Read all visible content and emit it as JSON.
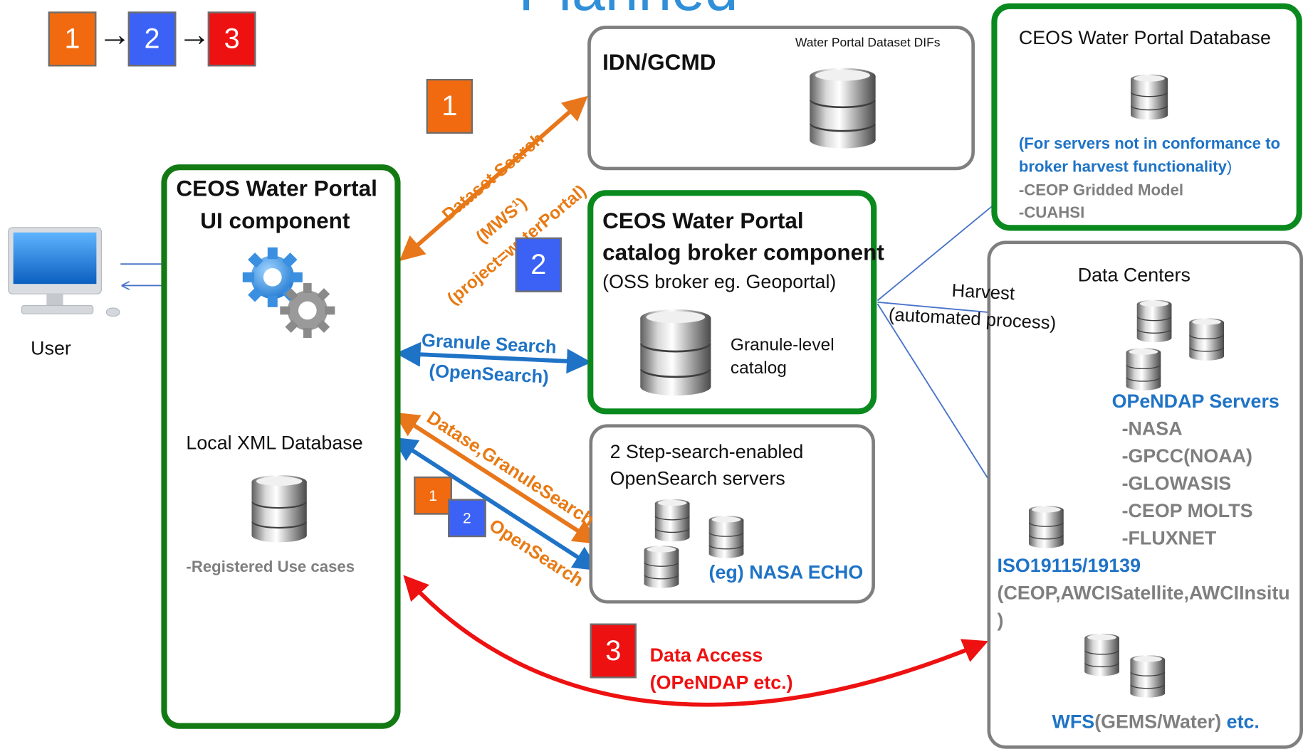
{
  "title": "Planned",
  "legend": {
    "step1": "1",
    "arrow1": "→",
    "step2": "2",
    "arrow2": "→",
    "step3": "3"
  },
  "user": {
    "label": "User"
  },
  "ui_component": {
    "title_line1": "CEOS Water Portal",
    "title_line2": "UI component",
    "local_db": "Local XML Database",
    "use_cases": "-Registered Use cases"
  },
  "idn": {
    "title": "IDN/GCMD",
    "subtitle": "Water Portal Dataset DIFs"
  },
  "broker": {
    "title_line1": "CEOS Water Portal",
    "title_line2": "catalog broker component",
    "subtitle": "(OSS broker eg. Geoportal)",
    "catalog_line1": "Granule-level",
    "catalog_line2": "catalog"
  },
  "twostep": {
    "line1": "2 Step-search-enabled",
    "line2": "OpenSearch servers",
    "echo": "(eg) NASA ECHO"
  },
  "portal_db": {
    "title": "CEOS Water Portal Database",
    "note_line1": "(For servers not in conformance to",
    "note_line2": "broker harvest functionality",
    "note_close": ")",
    "items": [
      "-CEOP Gridded Model",
      "-CUAHSI"
    ]
  },
  "data_centers": {
    "title": "Data Centers",
    "opendap": "OPeNDAP Servers",
    "servers": [
      "-NASA",
      "-GPCC(NOAA)",
      "-GLOWASIS",
      "-CEOP MOLTS",
      "-FLUXNET"
    ],
    "iso": "ISO19115/19139",
    "iso_detail_line1": "(CEOP,AWCISatellite,AWCIInsitu",
    "iso_detail_line2": ")",
    "wfs_a": "WFS",
    "wfs_b": "(GEMS/Water)",
    "wfs_c": " etc."
  },
  "flows": {
    "dataset_search": "Dataset Search",
    "mws": "(MWS",
    "mws_sup": "1",
    "mws_close": ")",
    "project": "(project=waterPortal)",
    "granule_search": "Granule Search",
    "opensearch_paren": "(OpenSearch)",
    "datase": "Datase",
    "granule": ",Granule",
    "search": "Search",
    "open": "Open",
    "search2": "Search",
    "harvest": "Harvest",
    "automated": "(automated process)",
    "data_access": "Data Access",
    "opendap_etc": "(OPeNDAP etc.)"
  },
  "badges": {
    "b1": "1",
    "b2": "2",
    "b3": "3",
    "small1": "1",
    "small2": "2"
  },
  "colors": {
    "orange": "#f26a0f",
    "blue": "#3b61f5",
    "red": "#ee1111",
    "green": "#0a8a1e",
    "text_blue": "#1f73c6",
    "gray": "#7f7f7f"
  },
  "icons": [
    "computer-icon",
    "gears-icon",
    "database-icon"
  ]
}
